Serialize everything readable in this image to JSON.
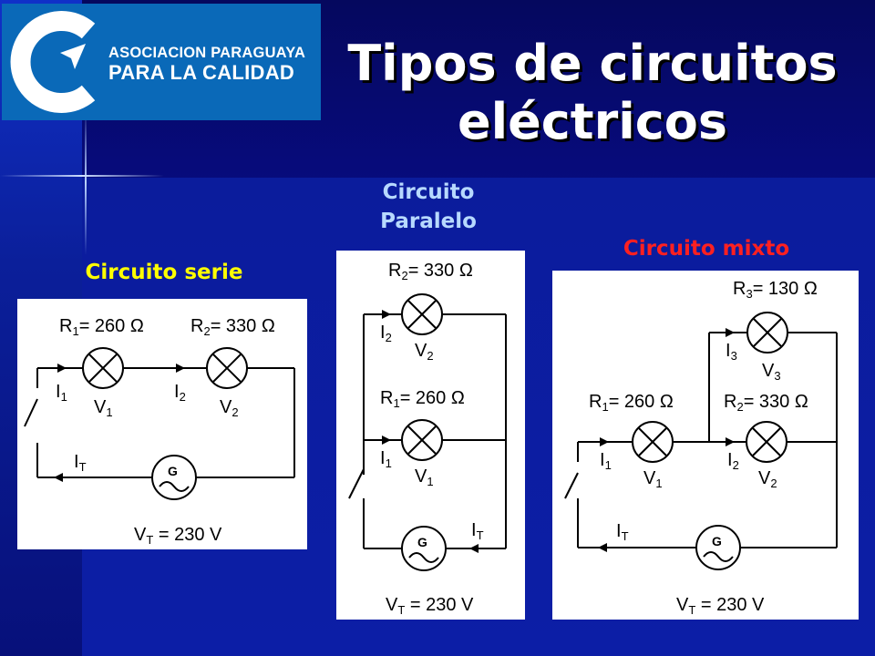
{
  "logo": {
    "line1": "ASOCIACION PARAGUAYA",
    "line2": "PARA LA CALIDAD"
  },
  "title": {
    "line1": "Tipos de circuitos",
    "line2": "eléctricos"
  },
  "colors": {
    "serie": "#ffff00",
    "paralelo": "#b7d9ff",
    "mixto": "#ff2020",
    "logo_bg": "#0a69b8"
  },
  "serie": {
    "label": "Circuito serie",
    "r1": "R",
    "r1_sub": "1",
    "r1_val": "= 260 Ω",
    "r2": "R",
    "r2_sub": "2",
    "r2_val": "= 330 Ω",
    "i1": "I",
    "i1_sub": "1",
    "i2": "I",
    "i2_sub": "2",
    "v1": "V",
    "v1_sub": "1",
    "v2": "V",
    "v2_sub": "2",
    "it": "I",
    "it_sub": "T",
    "g": "G",
    "vt": "V",
    "vt_sub": "T",
    "vt_val": " = 230 V"
  },
  "paralelo": {
    "label_line1": "Circuito",
    "label_line2": "Paralelo",
    "r2": "R",
    "r2_sub": "2",
    "r2_val": "= 330 Ω",
    "r1": "R",
    "r1_sub": "1",
    "r1_val": "= 260 Ω",
    "i2": "I",
    "i2_sub": "2",
    "i1": "I",
    "i1_sub": "1",
    "v2": "V",
    "v2_sub": "2",
    "v1": "V",
    "v1_sub": "1",
    "it": "I",
    "it_sub": "T",
    "g": "G",
    "vt": "V",
    "vt_sub": "T",
    "vt_val": " = 230 V"
  },
  "mixto": {
    "label": "Circuito mixto",
    "r3": "R",
    "r3_sub": "3",
    "r3_val": "= 130 Ω",
    "r1": "R",
    "r1_sub": "1",
    "r1_val": "= 260 Ω",
    "r2": "R",
    "r2_sub": "2",
    "r2_val": "= 330 Ω",
    "i3": "I",
    "i3_sub": "3",
    "i1": "I",
    "i1_sub": "1",
    "i2": "I",
    "i2_sub": "2",
    "v3": "V",
    "v3_sub": "3",
    "v1": "V",
    "v1_sub": "1",
    "v2": "V",
    "v2_sub": "2",
    "it": "I",
    "it_sub": "T",
    "g": "G",
    "vt": "V",
    "vt_sub": "T",
    "vt_val": " = 230 V"
  }
}
